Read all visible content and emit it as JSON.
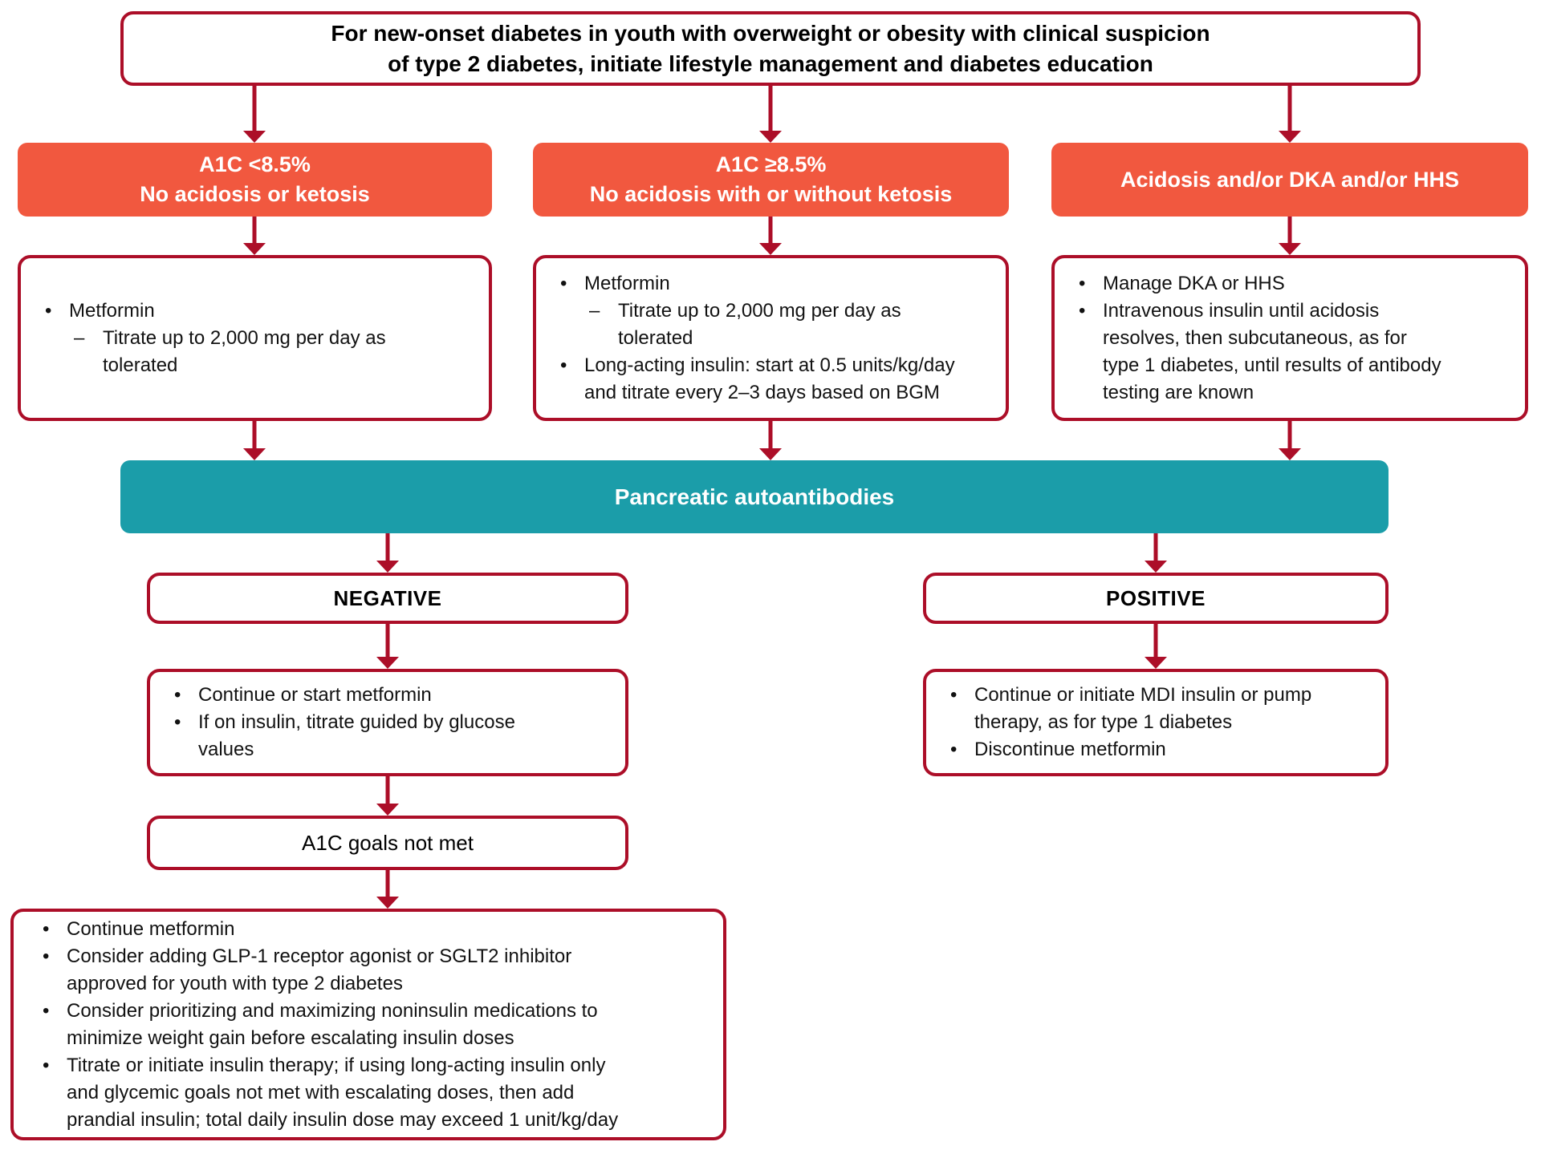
{
  "colors": {
    "accent_red": "#AC0E28",
    "orange": "#F1583F",
    "teal": "#1B9DA9",
    "text": "#121212"
  },
  "boxes": {
    "top": "For new-onset diabetes in youth with overweight or obesity with clinical suspicion\nof type 2 diabetes, initiate lifestyle management and diabetes education",
    "a1c_low": {
      "title": "A1C <8.5%\nNo acidosis or ketosis",
      "bullet1": "Metformin",
      "sub1": "Titrate up to 2,000 mg per day as\ntolerated"
    },
    "a1c_high": {
      "title": "A1C ≥8.5%\nNo acidosis with or without ketosis",
      "bullet1": "Metformin",
      "sub1": "Titrate up to 2,000 mg per day as\ntolerated",
      "bullet2": "Long-acting insulin: start at 0.5 units/kg/day\nand titrate every 2–3 days based on BGM"
    },
    "acidosis": {
      "title": "Acidosis and/or DKA and/or HHS",
      "bullet1": "Manage DKA or HHS",
      "bullet2": "Intravenous insulin until acidosis\nresolves, then subcutaneous, as for\ntype 1 diabetes, until results of antibody\ntesting are known"
    },
    "antibodies": "Pancreatic autoantibodies",
    "negative": {
      "title": "NEGATIVE",
      "bullet1": "Continue or start metformin",
      "bullet2": "If on insulin, titrate guided by glucose\nvalues"
    },
    "positive": {
      "title": "POSITIVE",
      "bullet1": "Continue or initiate MDI insulin or pump\ntherapy, as for type 1 diabetes",
      "bullet2": "Discontinue metformin"
    },
    "a1c_goals": "A1C goals not met",
    "intensify": {
      "bullet1": "Continue metformin",
      "bullet2": "Consider adding GLP-1 receptor agonist or SGLT2 inhibitor\napproved for youth with type 2 diabetes",
      "bullet3": "Consider prioritizing and maximizing noninsulin medications to\nminimize weight gain before escalating insulin doses",
      "bullet4": "Titrate or initiate insulin therapy; if using long-acting insulin only\nand glycemic goals not met with escalating doses, then add\nprandial insulin; total daily insulin dose may exceed 1 unit/kg/day"
    }
  }
}
